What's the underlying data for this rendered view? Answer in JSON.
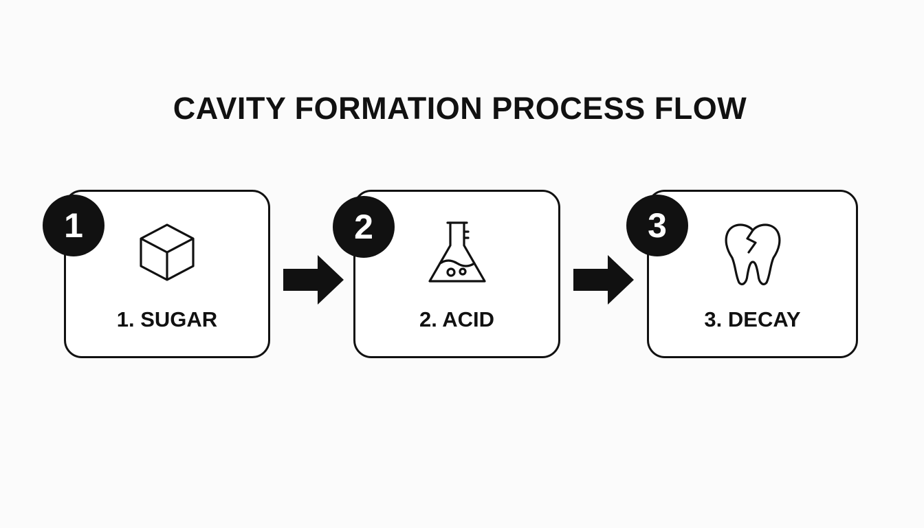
{
  "title": "CAVITY FORMATION PROCESS FLOW",
  "colors": {
    "ink": "#111111",
    "background": "#fbfbfb",
    "card": "#ffffff"
  },
  "steps": [
    {
      "number": "1",
      "label": "1. SUGAR",
      "icon": "sugar-cube-icon"
    },
    {
      "number": "2",
      "label": "2. ACID",
      "icon": "flask-icon"
    },
    {
      "number": "3",
      "label": "3. DECAY",
      "icon": "cracked-tooth-icon"
    }
  ],
  "connectors": [
    "arrow-right-icon",
    "arrow-right-icon"
  ]
}
